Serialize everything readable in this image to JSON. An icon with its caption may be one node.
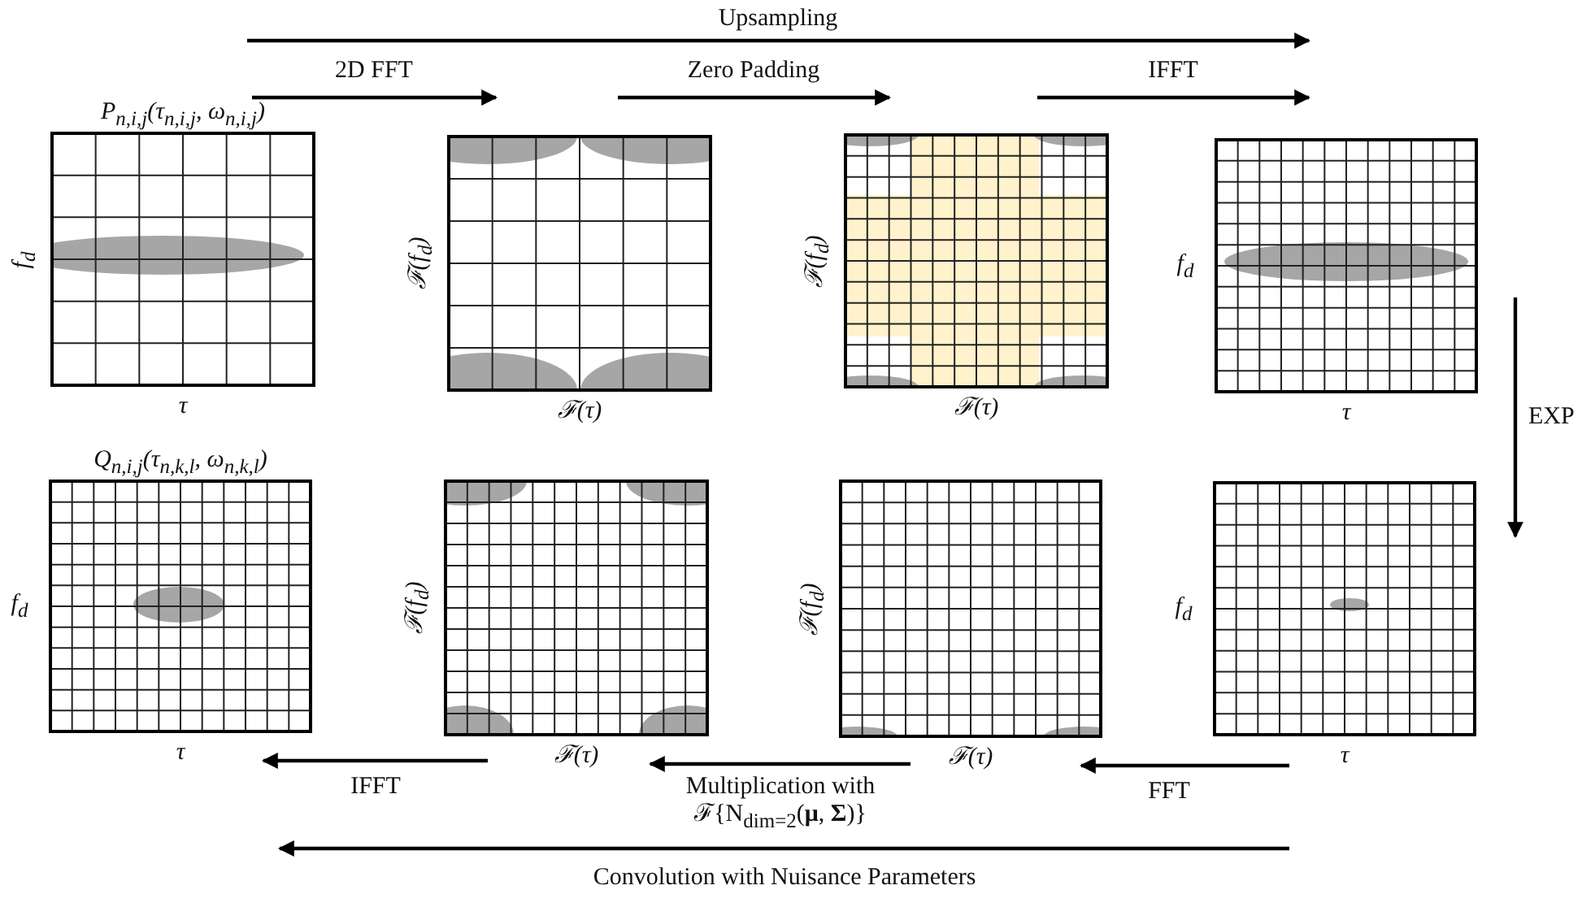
{
  "diagram": {
    "nodes": [
      {
        "text": [
          "P$_{n,i,j}$(τ$_{n,i,j}$, ω$_{n,i,j}$)",
          "f$_{d}$",
          "τ"
        ]
      },
      {
        "text": [
          "ℱ(f$_{d}$)",
          "ℱ(τ)"
        ]
      },
      {
        "text": [
          "ℱ(f$_{d}$)",
          "ℱ(τ)"
        ]
      },
      {
        "text": [
          "f$_{d}$",
          "τ"
        ]
      },
      {
        "text": [
          "Q$_{n,i,j}$(τ$_{n,k,l}$, ω$_{n,k,l}$)",
          "f$_{d}$",
          "τ"
        ]
      },
      {
        "text": [
          "ℱ(f$_{d}$)",
          "ℱ(τ)"
        ]
      },
      {
        "text": [
          "ℱ(f$_{d}$)",
          "ℱ(τ)"
        ]
      },
      {
        "text": [
          "f$_{d}$",
          "τ"
        ]
      }
    ],
    "edges": [
      {
        "from": 0,
        "to": 1,
        "arrow": "to",
        "label": "2D FFT"
      },
      {
        "from": 1,
        "to": 2,
        "arrow": "to",
        "label": "Zero Padding"
      },
      {
        "from": 2,
        "to": 3,
        "arrow": "to",
        "label": "IFFT"
      },
      {
        "from": 0,
        "to": 3,
        "arrow": "to",
        "label": "Upsampling"
      },
      {
        "from": 3,
        "to": 7,
        "arrow": "to",
        "label": "EXP"
      },
      {
        "from": 7,
        "to": 6,
        "arrow": "to",
        "label": "FFT"
      },
      {
        "from": 6,
        "to": 5,
        "arrow": "to",
        "label": "Multiplication with ℱ{N$_{dim=2}$(**μ**, **Σ**)}"
      },
      {
        "from": 5,
        "to": 4,
        "arrow": "to",
        "label": "IFFT"
      },
      {
        "from": 7,
        "to": 4,
        "arrow": "to",
        "label": "Convolution with Nuisance Parameters"
      }
    ]
  }
}
